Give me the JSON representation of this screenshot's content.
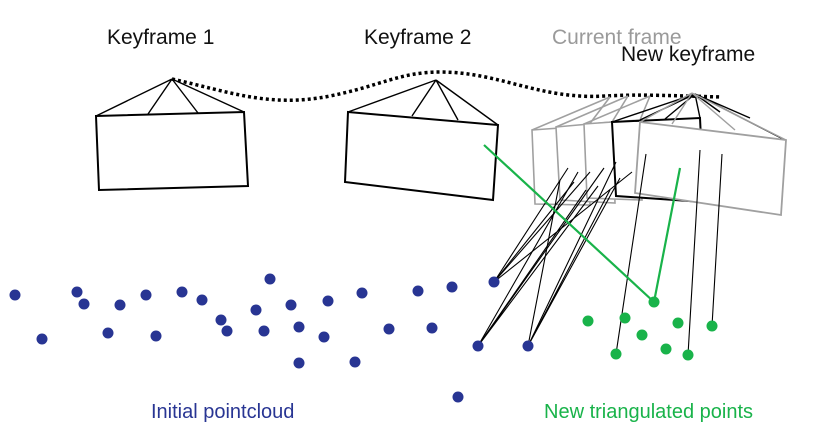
{
  "labels": {
    "keyframe1": "Keyframe 1",
    "keyframe2": "Keyframe 2",
    "current_frame": "Current frame",
    "new_keyframe": "New keyframe",
    "initial_pointcloud": "Initial pointcloud",
    "new_points": "New triangulated points"
  },
  "colors": {
    "frame_black": "#000000",
    "frame_grey": "#9e9e9e",
    "pointcloud_navy": "#283593",
    "new_points_green": "#19b34a"
  }
}
